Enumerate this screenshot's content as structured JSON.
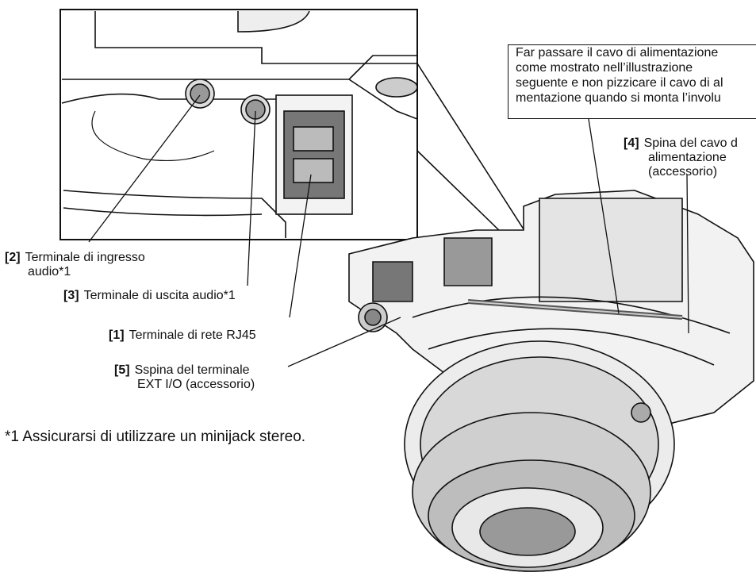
{
  "note": {
    "lines": [
      "Far passare il cavo di alimentazione",
      "come mostrato nell’illustrazione",
      "seguente e non pizzicare il cavo di al",
      "mentazione quando si monta l’involu"
    ]
  },
  "labels": {
    "l2": {
      "num": "[2]",
      "lines": [
        "Terminale di ingresso",
        "audio*1"
      ]
    },
    "l3": {
      "num": "[3]",
      "lines": [
        "Terminale di uscita audio*1"
      ]
    },
    "l1": {
      "num": "[1]",
      "lines": [
        "Terminale di rete RJ45"
      ]
    },
    "l5": {
      "num": "[5]",
      "lines": [
        "Sspina del terminale",
        "EXT I/O (accessorio)"
      ]
    },
    "l4": {
      "num": "[4]",
      "lines": [
        "Spina del cavo d",
        "alimentazione",
        "(accessorio)"
      ]
    }
  },
  "footnote": "*1  Assicurarsi di utilizzare un minijack stereo."
}
